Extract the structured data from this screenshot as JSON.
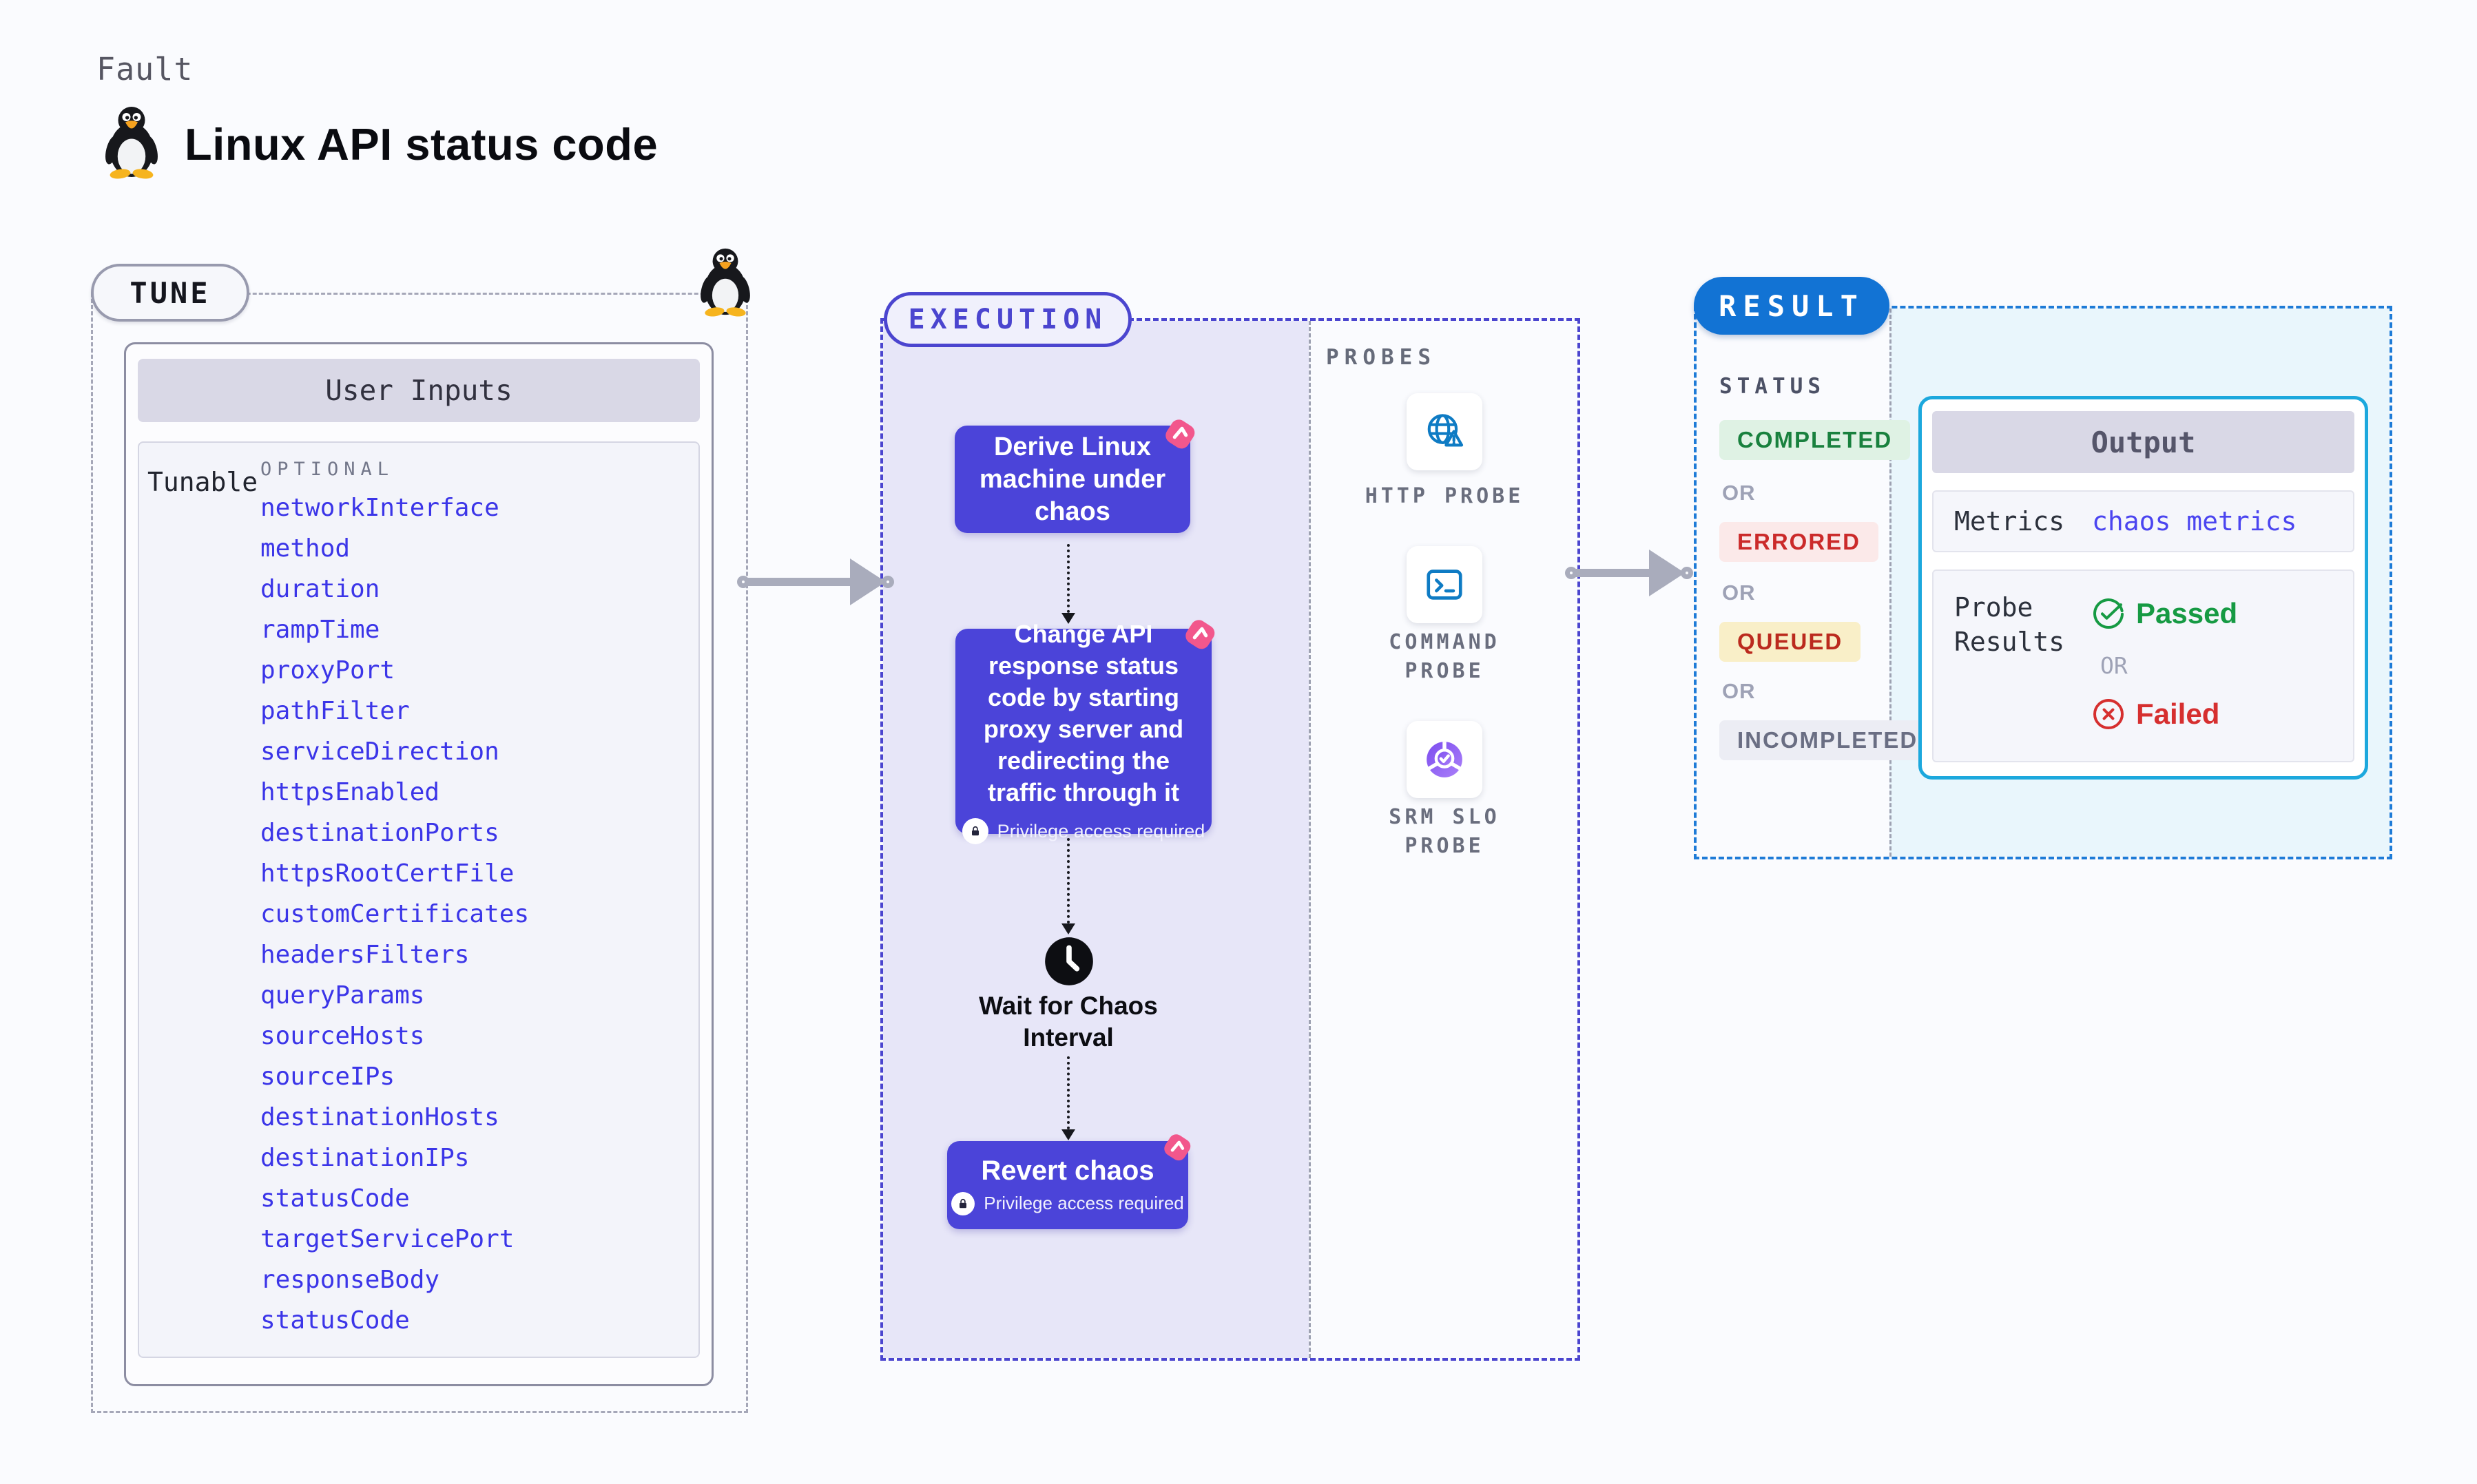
{
  "header": {
    "kicker": "Fault",
    "title": "Linux API status code"
  },
  "tune": {
    "label": "TUNE",
    "user_inputs_title": "User Inputs",
    "tunable_label": "Tunable",
    "optional_label": "OPTIONAL",
    "items": [
      "networkInterface",
      "method",
      "duration",
      "rampTime",
      "proxyPort",
      "pathFilter",
      "serviceDirection",
      "httpsEnabled",
      "destinationPorts",
      "httpsRootCertFile",
      "customCertificates",
      "headersFilters",
      "queryParams",
      "sourceHosts",
      "sourceIPs",
      "destinationHosts",
      "destinationIPs",
      "statusCode",
      "targetServicePort",
      "responseBody",
      "statusCode"
    ]
  },
  "execution": {
    "label": "EXECUTION",
    "steps": {
      "derive": "Derive Linux machine under chaos",
      "inject": "Change API response status code by starting proxy server and redirecting the traffic through it",
      "wait": "Wait for Chaos Interval",
      "revert": "Revert chaos"
    },
    "privilege_label": "Privilege access required"
  },
  "probes": {
    "label": "PROBES",
    "items": [
      {
        "label": "HTTP PROBE",
        "icon": "globe-warning-icon"
      },
      {
        "label": "COMMAND PROBE",
        "icon": "terminal-icon"
      },
      {
        "label": "SRM SLO PROBE",
        "icon": "slo-donut-check-icon"
      }
    ]
  },
  "result": {
    "label": "RESULT",
    "status_label": "STATUS",
    "or_label": "OR",
    "statuses": [
      {
        "label": "COMPLETED",
        "tone": "green"
      },
      {
        "label": "ERRORED",
        "tone": "red"
      },
      {
        "label": "QUEUED",
        "tone": "yellow"
      },
      {
        "label": "INCOMPLETED",
        "tone": "gray"
      }
    ],
    "output": {
      "title": "Output",
      "metrics_label": "Metrics",
      "metrics_value": "chaos metrics",
      "probe_results_label": "Probe Results",
      "passed_label": "Passed",
      "failed_label": "Failed"
    }
  },
  "colors": {
    "indigo": "#4B44D9",
    "indigo-border": "#4B45CF",
    "lavender": "#E7E6F8",
    "pink": "#F2578C",
    "result-blue": "#1273D4",
    "result-dash": "#1E7BD7",
    "cyan": "#1CA8DD",
    "cyan-bg": "#E9F6FC",
    "item-blue": "#3B35E8",
    "green": "#169A43",
    "red": "#D62F2F",
    "probe-blue": "#0E7BC4",
    "purple": "#8A5CF0"
  }
}
